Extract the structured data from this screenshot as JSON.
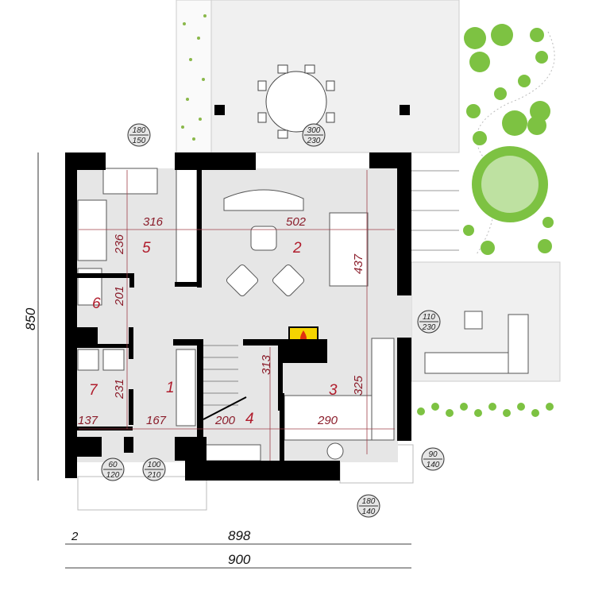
{
  "rooms": {
    "r1": "1",
    "r2": "2",
    "r3": "3",
    "r4": "4",
    "r5": "5",
    "r6": "6",
    "r7": "7"
  },
  "dimensions": {
    "d316": "316",
    "d502": "502",
    "d236": "236",
    "d437": "437",
    "d201": "201",
    "d231": "231",
    "d137": "137",
    "d167": "167",
    "d200": "200",
    "d313": "313",
    "d290": "290",
    "d325": "325",
    "height_total": "850",
    "width_inner": "898",
    "offset": "2",
    "width_total": "900"
  },
  "openings": [
    {
      "top": "180",
      "bottom": "150"
    },
    {
      "top": "300",
      "bottom": "230"
    },
    {
      "top": "110",
      "bottom": "230"
    },
    {
      "top": "90",
      "bottom": "140"
    },
    {
      "top": "180",
      "bottom": "140"
    },
    {
      "top": "60",
      "bottom": "120"
    },
    {
      "top": "100",
      "bottom": "210"
    }
  ],
  "colors": {
    "wall": "#000000",
    "floor": "#e6e6e6",
    "dimension": "#8a1c2a",
    "greenery": "#7dc242",
    "fireplace": "#f5d400"
  }
}
